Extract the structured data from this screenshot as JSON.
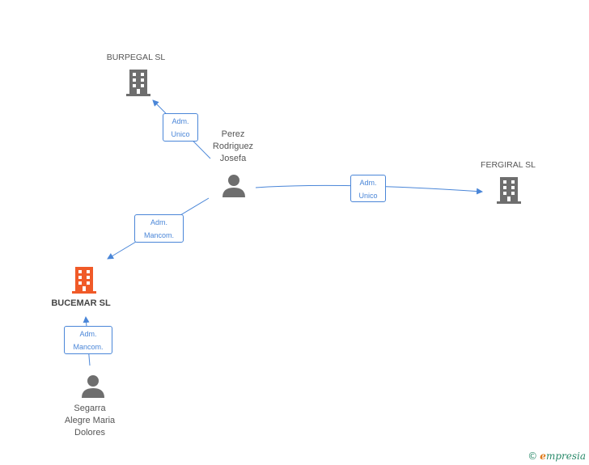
{
  "nodes": {
    "burpegal": {
      "label": "BURPEGAL SL",
      "type": "company",
      "color": "#6e6e6e"
    },
    "fergiral": {
      "label": "FERGIRAL SL",
      "type": "company",
      "color": "#6e6e6e"
    },
    "bucemar": {
      "label": "BUCEMAR SL",
      "type": "company",
      "color": "#f05a28"
    },
    "perez": {
      "label": "Perez Rodriguez Josefa",
      "lines": [
        "Perez",
        "Rodriguez",
        "Josefa"
      ],
      "type": "person",
      "color": "#6e6e6e"
    },
    "segarra": {
      "label": "Segarra Alegre Maria Dolores",
      "lines": [
        "Segarra",
        "Alegre Maria",
        "Dolores"
      ],
      "type": "person",
      "color": "#6e6e6e"
    }
  },
  "edges": [
    {
      "from": "perez",
      "to": "burpegal",
      "role": [
        "Adm.",
        "Unico"
      ]
    },
    {
      "from": "perez",
      "to": "fergiral",
      "role": [
        "Adm.",
        "Unico"
      ]
    },
    {
      "from": "perez",
      "to": "bucemar",
      "role": [
        "Adm.",
        "Mancom."
      ]
    },
    {
      "from": "segarra",
      "to": "bucemar",
      "role": [
        "Adm.",
        "Mancom."
      ]
    }
  ],
  "edge_color": "#4a86d8",
  "footer": {
    "copyright": "©",
    "brand_initial": "e",
    "brand_rest": "mpresia"
  }
}
